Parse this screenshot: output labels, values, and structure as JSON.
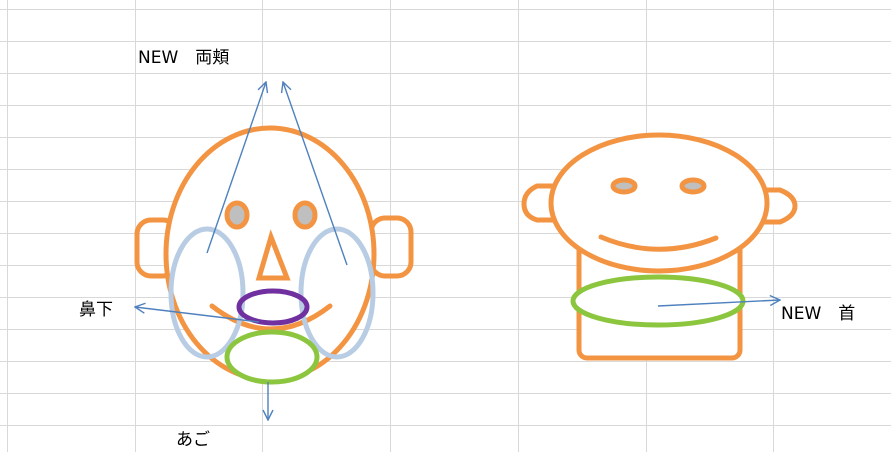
{
  "labels": {
    "cheeks": "NEW　両頬",
    "under_nose": "鼻下",
    "chin": "あご",
    "neck": "NEW　首"
  },
  "colors": {
    "grid": "#d9d9d9",
    "face_outline": "#f39443",
    "eyes_fill": "#bfbfbf",
    "cheek_outline": "#b8cce4",
    "mouth_ring": "#7030a0",
    "chin_ring": "#8cc63f",
    "arrow": "#4f81bd"
  },
  "icons": {
    "left_figure": "face-with-treatment-areas",
    "right_figure": "head-with-neck-area"
  }
}
